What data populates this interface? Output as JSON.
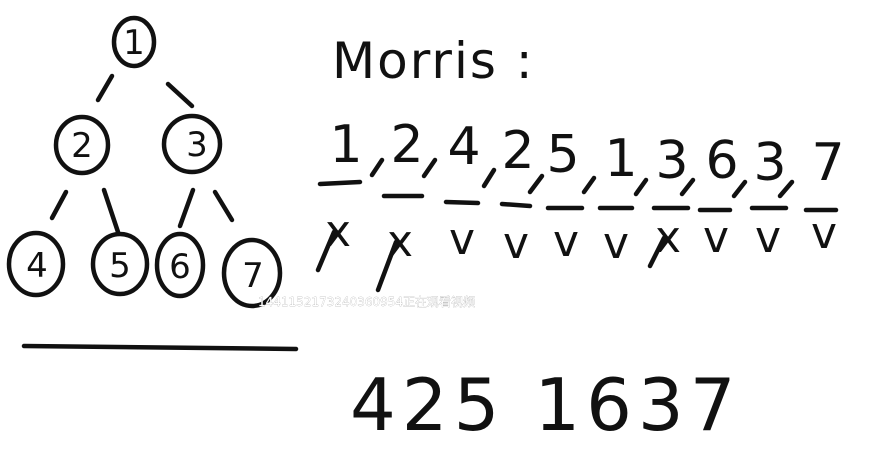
{
  "tree": {
    "nodes": [
      "1",
      "2",
      "3",
      "4",
      "5",
      "6",
      "7"
    ]
  },
  "title": "Morris :",
  "morris_sequence": [
    "1",
    "2",
    "4",
    "2",
    "5",
    "1",
    "3",
    "6",
    "3",
    "7"
  ],
  "marks": [
    "x",
    "x",
    "v",
    "v",
    "v",
    "v",
    "x",
    "v",
    "v",
    "v"
  ],
  "result": "425 1637",
  "watermark": "1441152173240360954正在观看视频"
}
